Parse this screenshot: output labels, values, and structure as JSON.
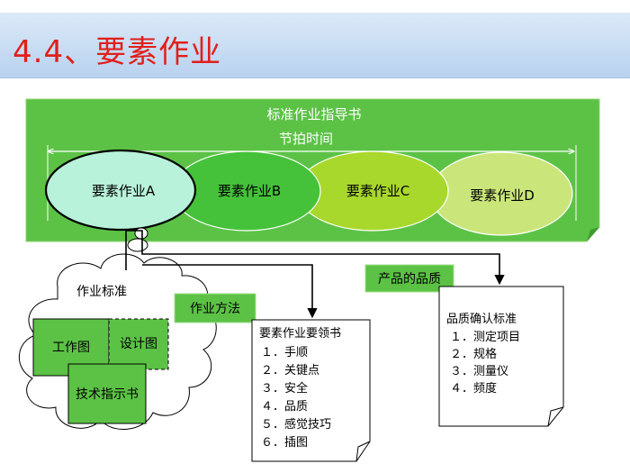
{
  "title": "4.4、要素作业",
  "banner": {
    "heading": "标准作业指导书",
    "cycle_time": "节拍时间",
    "elements": [
      "要素作业A",
      "要素作业B",
      "要素作业C",
      "要素作业D"
    ]
  },
  "cloud": {
    "title": "作业标准",
    "box1": "工作图",
    "box2": "设计图",
    "box3": "技术指示书"
  },
  "method_label": "作业方法",
  "quality_label": "产品的品质",
  "essentials_doc": {
    "title": "要素作业要领书",
    "items": [
      "１．手顺",
      "２．关键点",
      "３．安全",
      "４．品质",
      "５．感觉技巧",
      "６．插图"
    ]
  },
  "quality_doc": {
    "title": "品质确认标准",
    "items": [
      "１．测定项目",
      "２．规格",
      "３．测量仪",
      "４．频度"
    ]
  },
  "colors": {
    "title_text": "#e0201c",
    "banner": "#5cc246",
    "ellipse_a": "#b9f2da",
    "ellipse_b": "#45c23a",
    "ellipse_c": "#a9d82c",
    "ellipse_d": "#cae67a"
  }
}
